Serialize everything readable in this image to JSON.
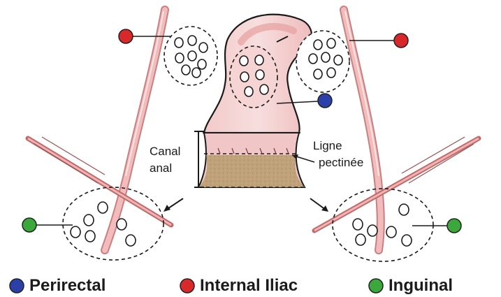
{
  "colors": {
    "perirectal": "#2b3fa8",
    "internal_iliac": "#d8282a",
    "inguinal": "#3aa83a",
    "vessel": "#e9a7a7",
    "vessel_edge": "#c97c7c",
    "anal_canal": "#b99b72"
  },
  "labels": {
    "canal_line1": "Canal",
    "canal_line2": "anal",
    "pectinate_line1": "Ligne",
    "pectinate_line2": "pectinée"
  },
  "legend": [
    {
      "key": "perirectal",
      "label": "Perirectal"
    },
    {
      "key": "internal_iliac",
      "label": "Internal Iliac"
    },
    {
      "key": "inguinal",
      "label": "Inguinal"
    }
  ]
}
